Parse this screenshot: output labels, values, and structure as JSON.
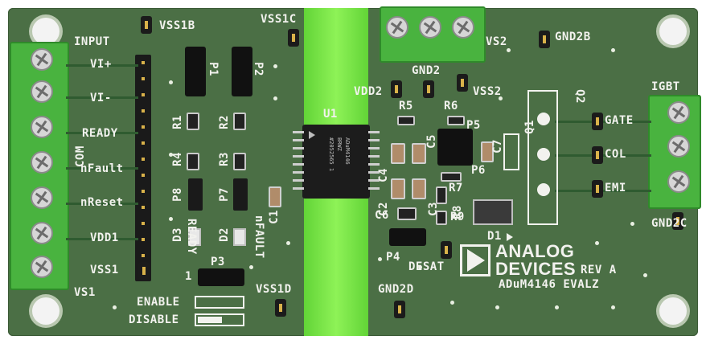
{
  "board": {
    "labels": {
      "input": "INPUT",
      "vi_plus": "VI+",
      "vi_minus": "VI-",
      "ready": "READY",
      "com": "COM",
      "nfault": "nFault",
      "nreset": "nReset",
      "vdd1": "VDD1",
      "vss1": "VSS1",
      "vs1": "VS1",
      "vss1b": "VSS1B",
      "vss1c": "VSS1C",
      "vss1d": "VSS1D",
      "vs2": "VS2",
      "gnd2": "GND2",
      "gnd2b": "GND2B",
      "gnd2c": "GND2C",
      "gnd2d": "GND2D",
      "vdd2": "VDD2",
      "vss2": "VSS2",
      "igbt": "IGBT",
      "gate": "GATE",
      "col": "COL",
      "emi": "EMI",
      "u1": "U1",
      "p1": "P1",
      "p2": "P2",
      "p3": "P3",
      "p4": "P4",
      "p5": "P5",
      "p6": "P6",
      "p7": "P7",
      "p8": "P8",
      "r1": "R1",
      "r2": "R2",
      "r3": "R3",
      "r4": "R4",
      "r5": "R5",
      "r6": "R6",
      "r7": "R7",
      "r8": "R8",
      "r9": "R9",
      "c1": "C1",
      "c2": "C2",
      "c3": "C3",
      "c4": "C4",
      "c5": "C5",
      "c6": "C6",
      "c7": "C7",
      "d1": "D1",
      "d2": "D2",
      "d3": "D3",
      "q1": "Q1",
      "q2": "Q2",
      "ready_led": "READY",
      "nfault_led": "nFAULT",
      "one": "1",
      "enable": "ENABLE",
      "disable": "DISABLE",
      "desat": "DESAT",
      "logo_line1": "ANALOG",
      "logo_line2": "DEVICES",
      "rev": "REV A",
      "board_name": "ADuM4146 EVALZ"
    },
    "ic_marking": [
      "ADuM4146",
      "BRWZ",
      "#2052565 1"
    ]
  }
}
